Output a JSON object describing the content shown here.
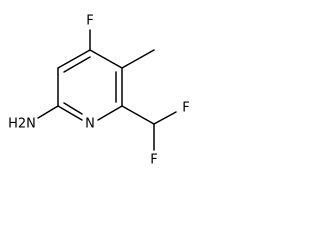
{
  "molecule": {
    "atoms": {
      "fluoro_ring": "F",
      "ring_nitrogen": "N",
      "amine": "H2N",
      "fluoro_top": "F",
      "fluoro_bottom": "F"
    }
  }
}
